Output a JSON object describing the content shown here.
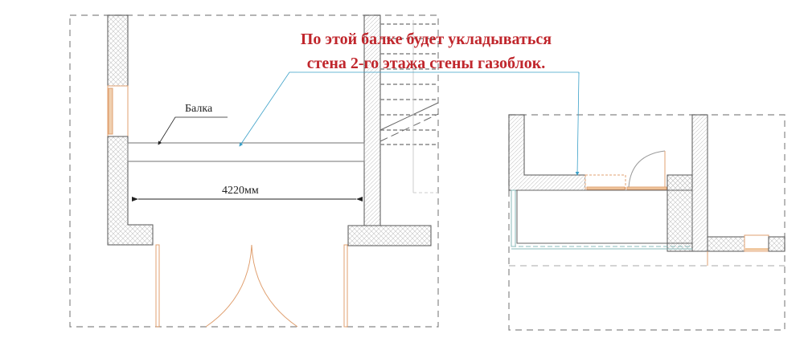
{
  "annotation": {
    "line1": "По этой балке будет укладываться",
    "line2": "стена 2-го этажа стены газоблок.",
    "color": "#c0262c"
  },
  "labels": {
    "beam": "Балка",
    "dimension": "4220мм"
  },
  "colors": {
    "wall_outline": "#555555",
    "dashed_border": "#888888",
    "opening": "#e0a070",
    "leader_blue": "#3aa0c8",
    "hatch": "#bbbbbb"
  }
}
